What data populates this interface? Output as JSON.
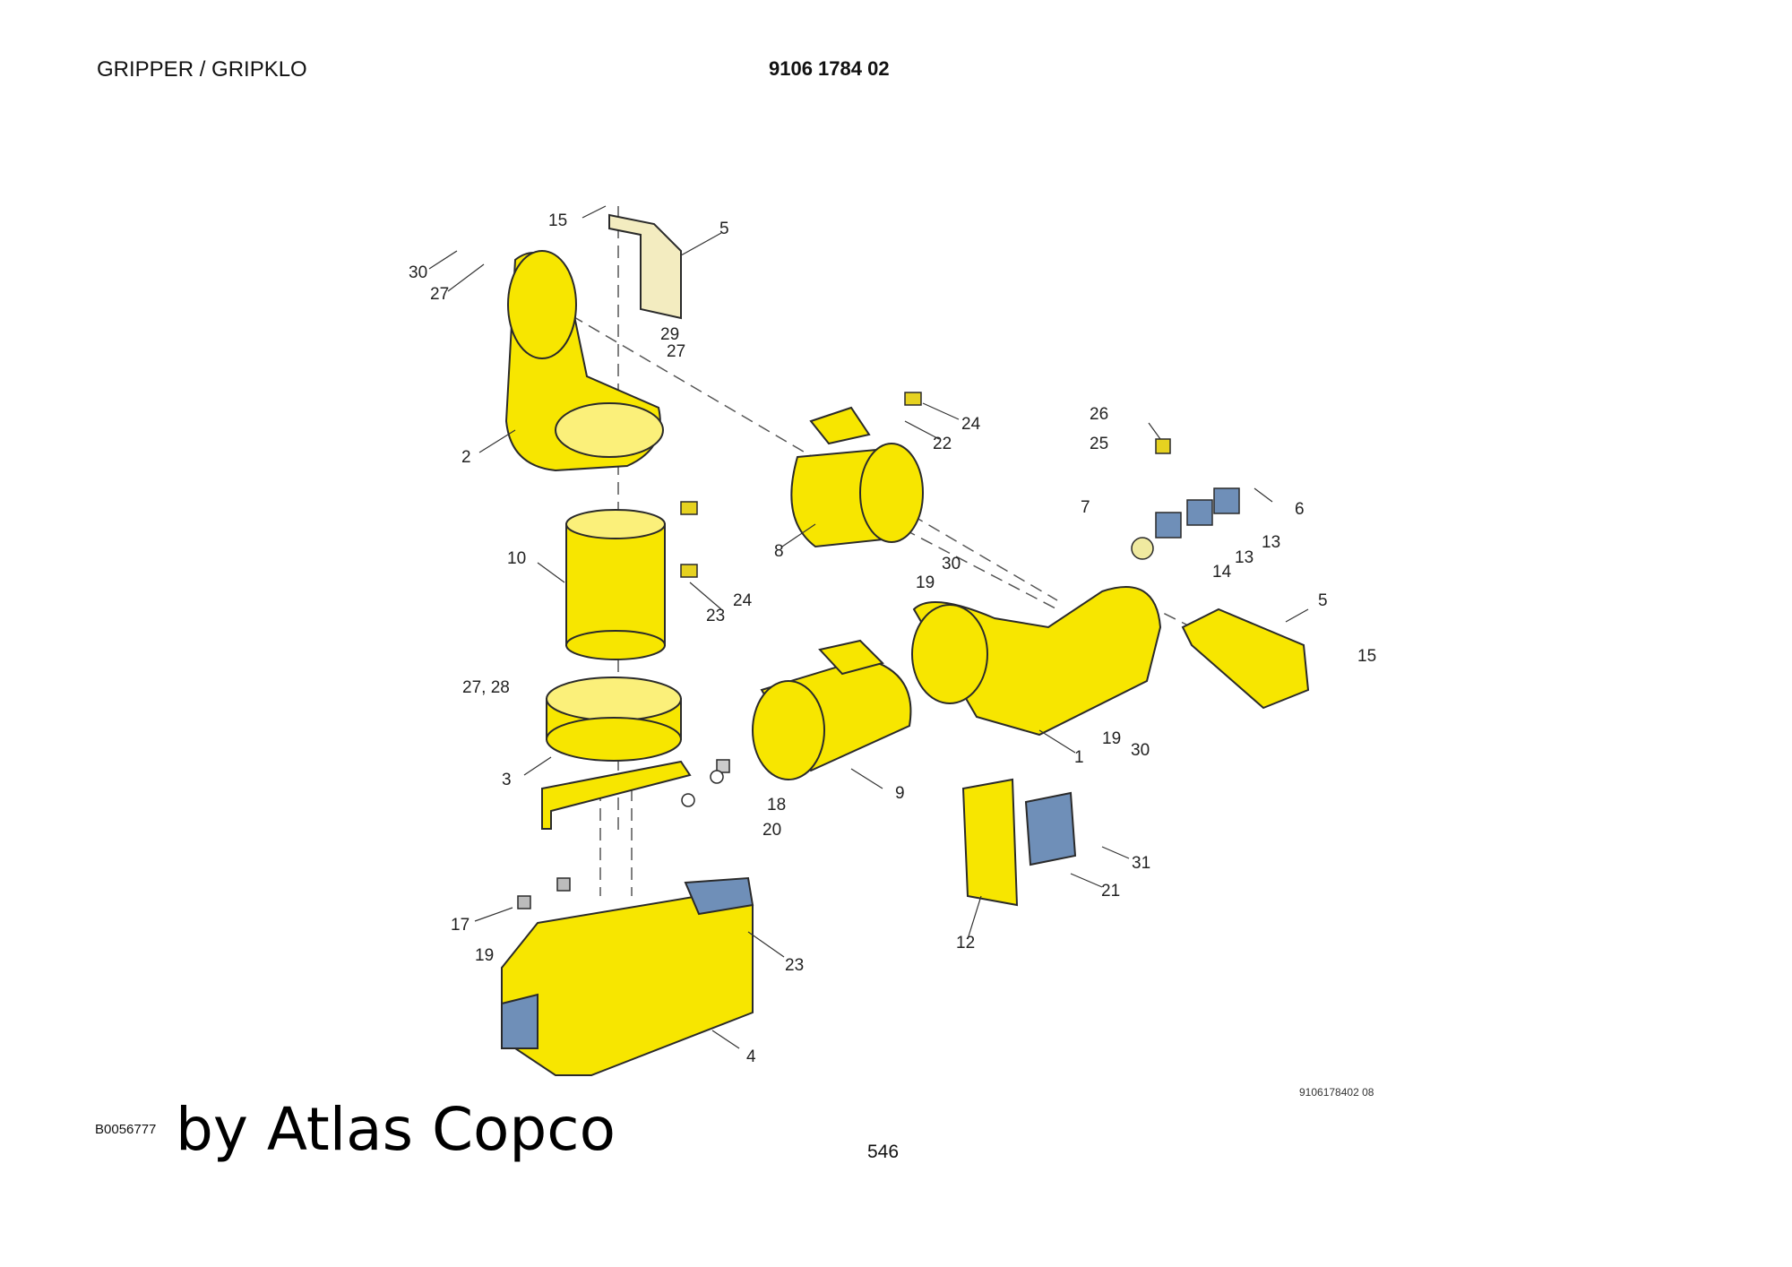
{
  "header": {
    "title": "GRIPPER / GRIPKLO",
    "part_number": "9106 1784 02"
  },
  "callouts": [
    {
      "id": "c15a",
      "label": "15"
    },
    {
      "id": "c5a",
      "label": "5"
    },
    {
      "id": "c30a",
      "label": "30"
    },
    {
      "id": "c27a",
      "label": "27"
    },
    {
      "id": "c29",
      "label": "29"
    },
    {
      "id": "c27b",
      "label": "27"
    },
    {
      "id": "c2",
      "label": "2"
    },
    {
      "id": "c24a",
      "label": "24"
    },
    {
      "id": "c22",
      "label": "22"
    },
    {
      "id": "c26",
      "label": "26"
    },
    {
      "id": "c25",
      "label": "25"
    },
    {
      "id": "c7",
      "label": "7"
    },
    {
      "id": "c6",
      "label": "6"
    },
    {
      "id": "c13a",
      "label": "13"
    },
    {
      "id": "c13b",
      "label": "13"
    },
    {
      "id": "c14",
      "label": "14"
    },
    {
      "id": "c8",
      "label": "8"
    },
    {
      "id": "c10",
      "label": "10"
    },
    {
      "id": "c24b",
      "label": "24"
    },
    {
      "id": "c23a",
      "label": "23"
    },
    {
      "id": "c30b",
      "label": "30"
    },
    {
      "id": "c19a",
      "label": "19"
    },
    {
      "id": "c5b",
      "label": "5"
    },
    {
      "id": "c15b",
      "label": "15"
    },
    {
      "id": "c2728",
      "label": "27, 28"
    },
    {
      "id": "c19b",
      "label": "19"
    },
    {
      "id": "c30c",
      "label": "30"
    },
    {
      "id": "c1",
      "label": "1"
    },
    {
      "id": "c3",
      "label": "3"
    },
    {
      "id": "c18",
      "label": "18"
    },
    {
      "id": "c20",
      "label": "20"
    },
    {
      "id": "c9",
      "label": "9"
    },
    {
      "id": "c31",
      "label": "31"
    },
    {
      "id": "c21",
      "label": "21"
    },
    {
      "id": "c17",
      "label": "17"
    },
    {
      "id": "c19c",
      "label": "19"
    },
    {
      "id": "c23b",
      "label": "23"
    },
    {
      "id": "c12",
      "label": "12"
    },
    {
      "id": "c4",
      "label": "4"
    }
  ],
  "figure_code": "9106178402 08",
  "footer": {
    "ref": "B0056777",
    "brand": "by Atlas Copco",
    "page": "546"
  },
  "colors": {
    "part_yellow": "#f7e600",
    "part_outline": "#2a2a2a",
    "fitting_blue": "#6f8fb8",
    "plate_beige": "#f3ecc0"
  }
}
